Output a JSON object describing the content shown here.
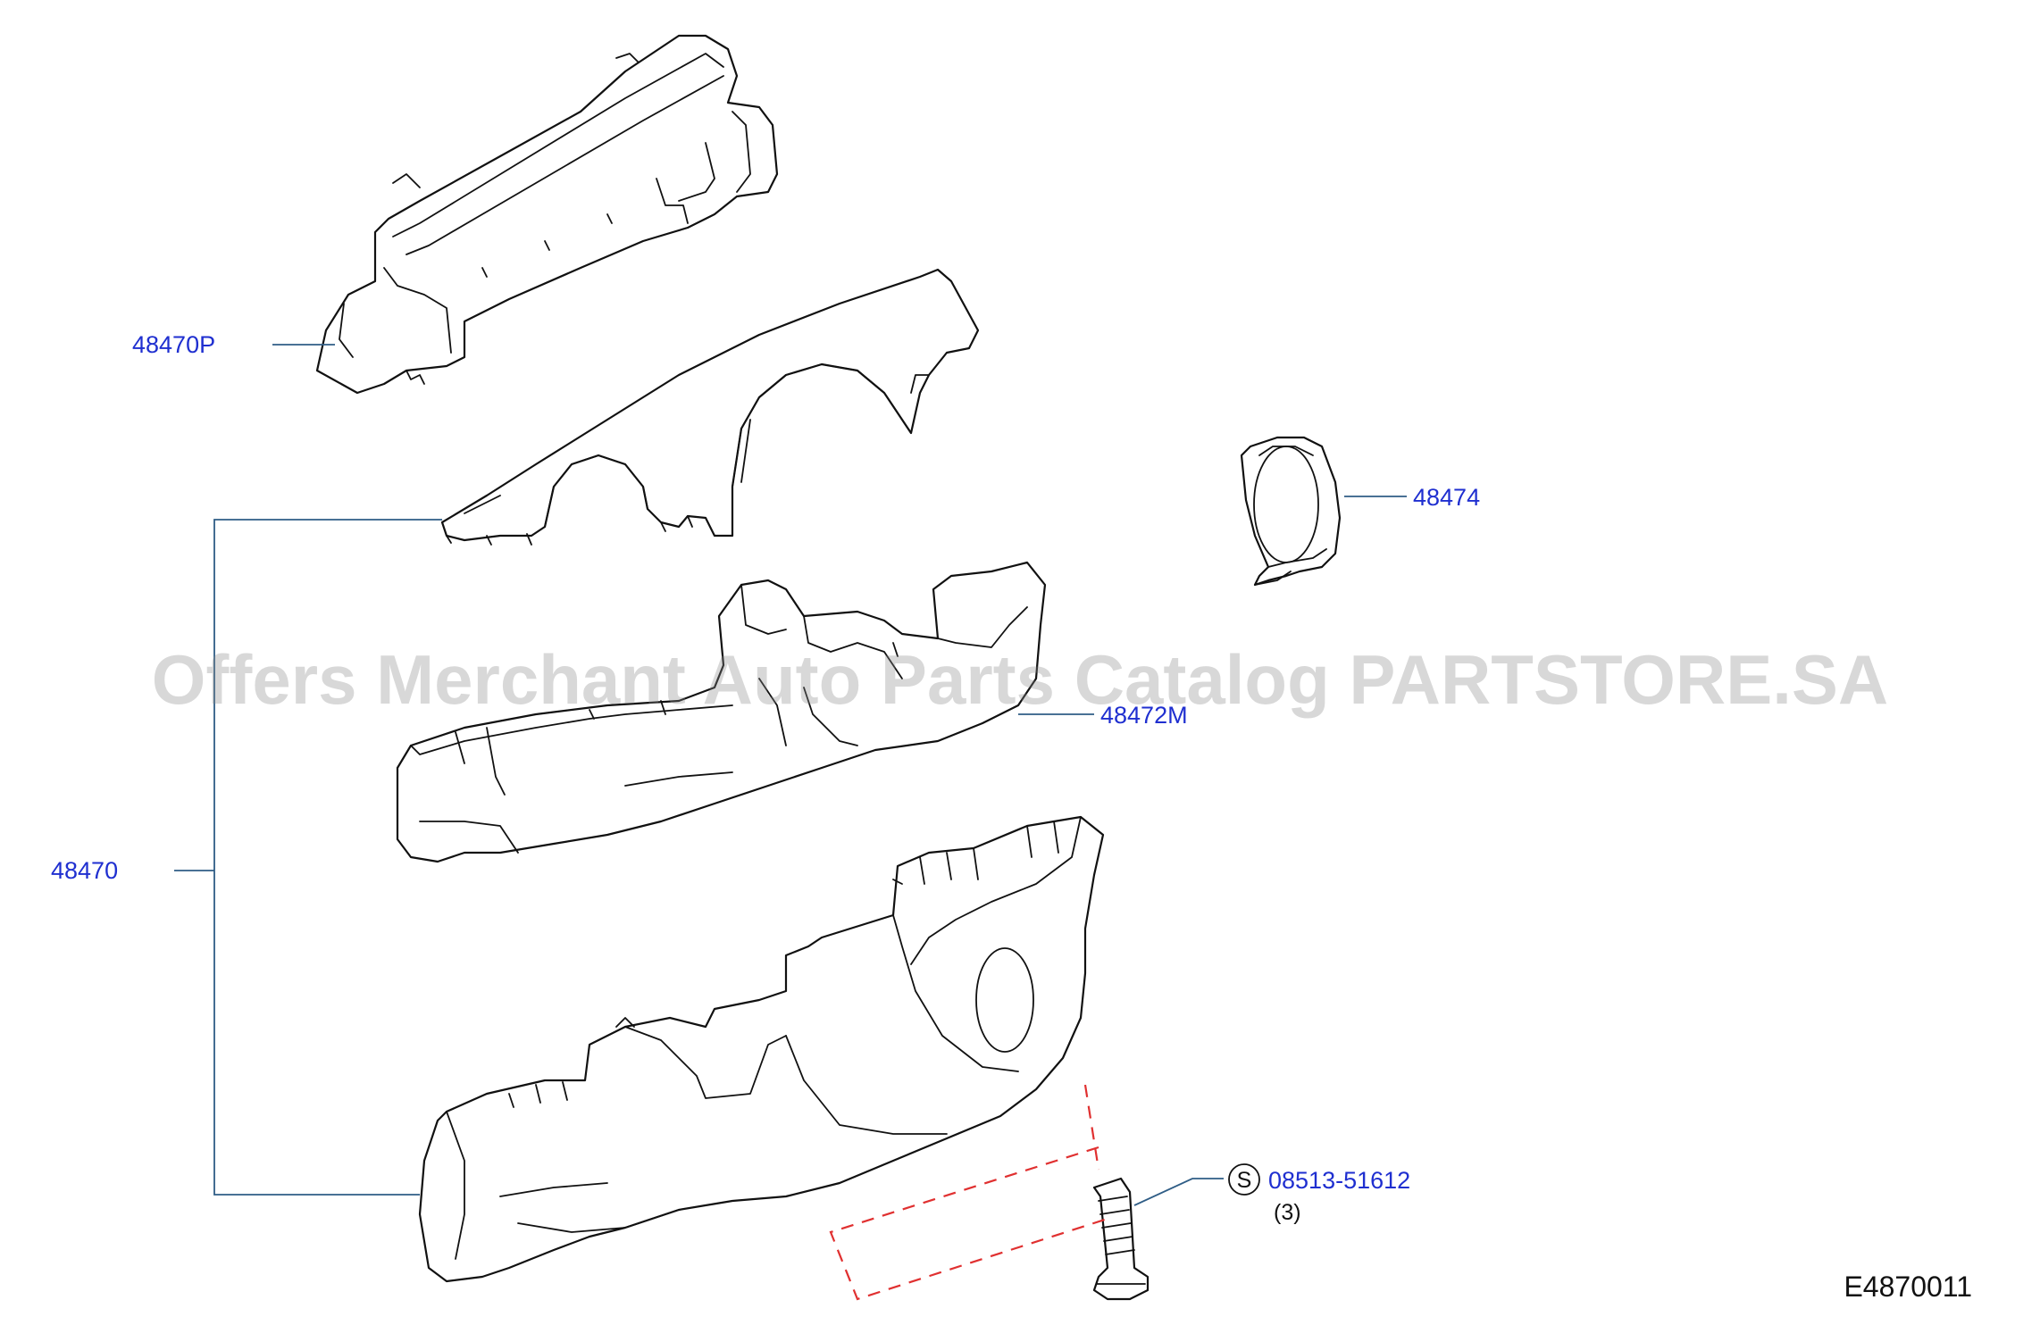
{
  "watermark": "Offers Merchant Auto Parts Catalog PARTSTORE.SA",
  "diagram_code": "E4870011",
  "callouts": {
    "upper_bracket": "48470P",
    "assembly": "48470",
    "ring": "48474",
    "middle_cover": "48472M",
    "screw": "08513-51612",
    "screw_qty": "(3)",
    "standard_symbol": "S"
  },
  "colors": {
    "label": "#1f2fd0",
    "leader": "#2f5d86",
    "dash": "#e03030",
    "outline": "#111111"
  }
}
